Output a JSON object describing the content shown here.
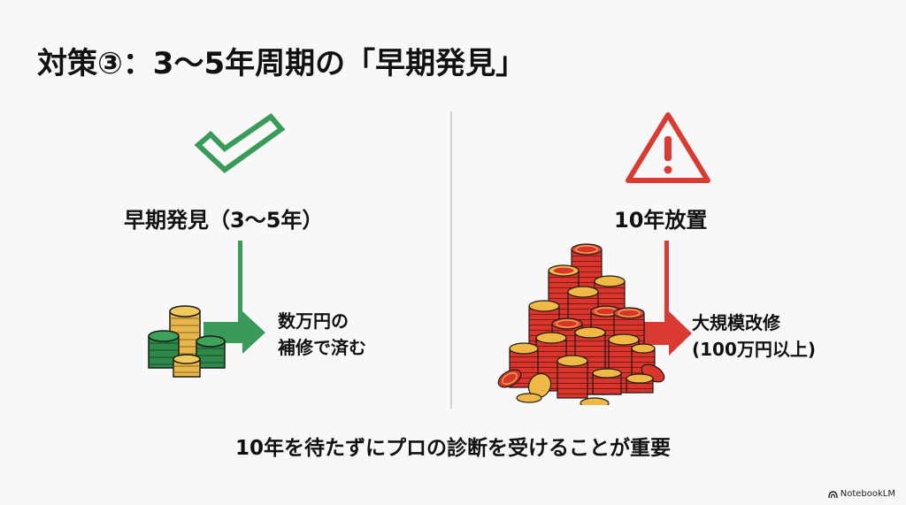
{
  "slide": {
    "title": "対策③：3〜5年周期の「早期発見」",
    "footer_message": "10年を待たずにプロの診断を受けることが重要",
    "brand": "NotebookLM"
  },
  "left_panel": {
    "icon": "checkmark-icon",
    "heading": "早期発見（3〜5年）",
    "result_line1": "数万円の",
    "result_line2": "補修で済む",
    "accent_color": "#3a9a5a",
    "coin_colors": [
      "#2f8a4a",
      "#e8b64a"
    ]
  },
  "right_panel": {
    "icon": "warning-triangle-icon",
    "heading": "10年放置",
    "result_line1": "大規模改修",
    "result_line2": "(100万円以上)",
    "accent_color": "#d93b32",
    "coin_colors": [
      "#d9352c",
      "#f0b945"
    ]
  }
}
